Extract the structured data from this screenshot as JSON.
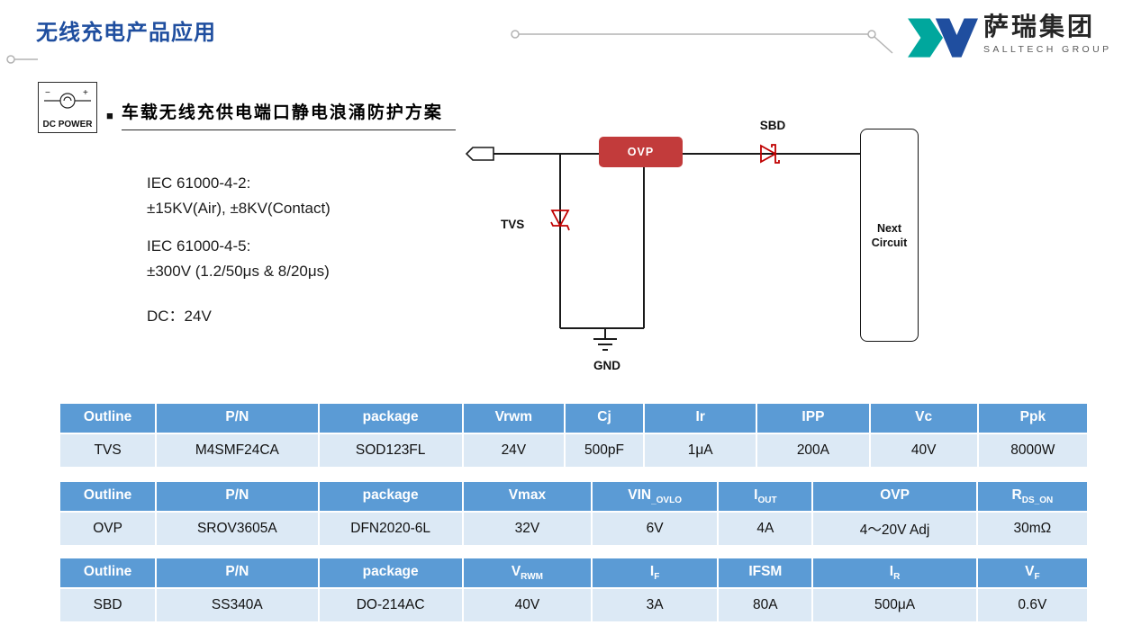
{
  "header": {
    "title": "无线充电产品应用",
    "logo_cn": "萨瑞集团",
    "logo_en": "SALLTECH GROUP"
  },
  "intro": {
    "dc_power_label": "DC POWER",
    "dc_icon_minus": "−",
    "dc_icon_plus": "+",
    "bullet": "■",
    "heading": "车载无线充供电端口静电浪涌防护方案"
  },
  "specs": [
    "IEC 61000-4-2:",
    "±15KV(Air), ±8KV(Contact)",
    "IEC 61000-4-5:",
    "±300V (1.2/50μs & 8/20μs)",
    "DC：24V"
  ],
  "circuit": {
    "ovp": "OVP",
    "sbd": "SBD",
    "tvs": "TVS",
    "gnd": "GND",
    "next1": "Next",
    "next2": "Circuit"
  },
  "colors": {
    "table_header_blue": "#5B9BD5",
    "table_row_bg": "#DCE9F5",
    "title_blue": "#1F4E9F",
    "ovp_red": "#C23B3B",
    "diode_red": "#C00000",
    "logo_teal": "#00A79D",
    "logo_blue": "#1F4E9F"
  },
  "tables": [
    {
      "headers": [
        {
          "m": "Outline",
          "s": ""
        },
        {
          "m": "P/N",
          "s": ""
        },
        {
          "m": "package",
          "s": ""
        },
        {
          "m": "Vrwm",
          "s": ""
        },
        {
          "m": "Cj",
          "s": ""
        },
        {
          "m": "Ir",
          "s": ""
        },
        {
          "m": "IPP",
          "s": ""
        },
        {
          "m": "Vc",
          "s": ""
        },
        {
          "m": "Ppk",
          "s": ""
        }
      ],
      "row": [
        "TVS",
        "M4SMF24CA",
        "SOD123FL",
        "24V",
        "500pF",
        "1μA",
        "200A",
        "40V",
        "8000W"
      ]
    },
    {
      "headers": [
        {
          "m": "Outline",
          "s": ""
        },
        {
          "m": "P/N",
          "s": ""
        },
        {
          "m": "package",
          "s": ""
        },
        {
          "m": "Vmax",
          "s": ""
        },
        {
          "m": "VIN",
          "s": "_OVLO"
        },
        {
          "m": "I",
          "s": "OUT"
        },
        {
          "m": "OVP",
          "s": ""
        },
        {
          "m": "R",
          "s": "DS_ON"
        }
      ],
      "row": [
        "OVP",
        "SROV3605A",
        "DFN2020-6L",
        "32V",
        "6V",
        "4A",
        "4～20V Adj",
        "30mΩ"
      ]
    },
    {
      "headers": [
        {
          "m": "Outline",
          "s": ""
        },
        {
          "m": "P/N",
          "s": ""
        },
        {
          "m": "package",
          "s": ""
        },
        {
          "m": "V",
          "s": "RWM"
        },
        {
          "m": "I",
          "s": "F"
        },
        {
          "m": "IFSM",
          "s": ""
        },
        {
          "m": "I",
          "s": "R"
        },
        {
          "m": "V",
          "s": "F"
        }
      ],
      "row": [
        "SBD",
        "SS340A",
        "DO-214AC",
        "40V",
        "3A",
        "80A",
        "500μA",
        "0.6V"
      ]
    }
  ]
}
